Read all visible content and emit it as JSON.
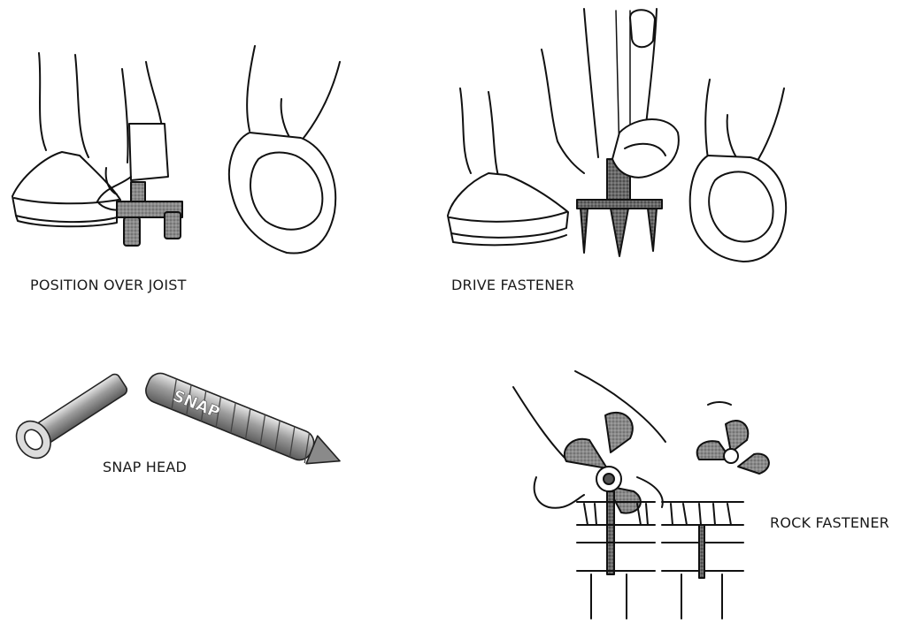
{
  "panels": [
    {
      "caption": "POSITION OVER JOIST",
      "illustration": "hand-positioning-fastener-icon"
    },
    {
      "caption": "DRIVE FASTENER",
      "illustration": "hand-driving-fastener-icon"
    },
    {
      "caption": "SNAP HEAD",
      "illustration": "snap-screw-icon"
    },
    {
      "caption": "ROCK FASTENER",
      "illustration": "rock-fastener-icon"
    }
  ],
  "screw_text": "SNAP"
}
